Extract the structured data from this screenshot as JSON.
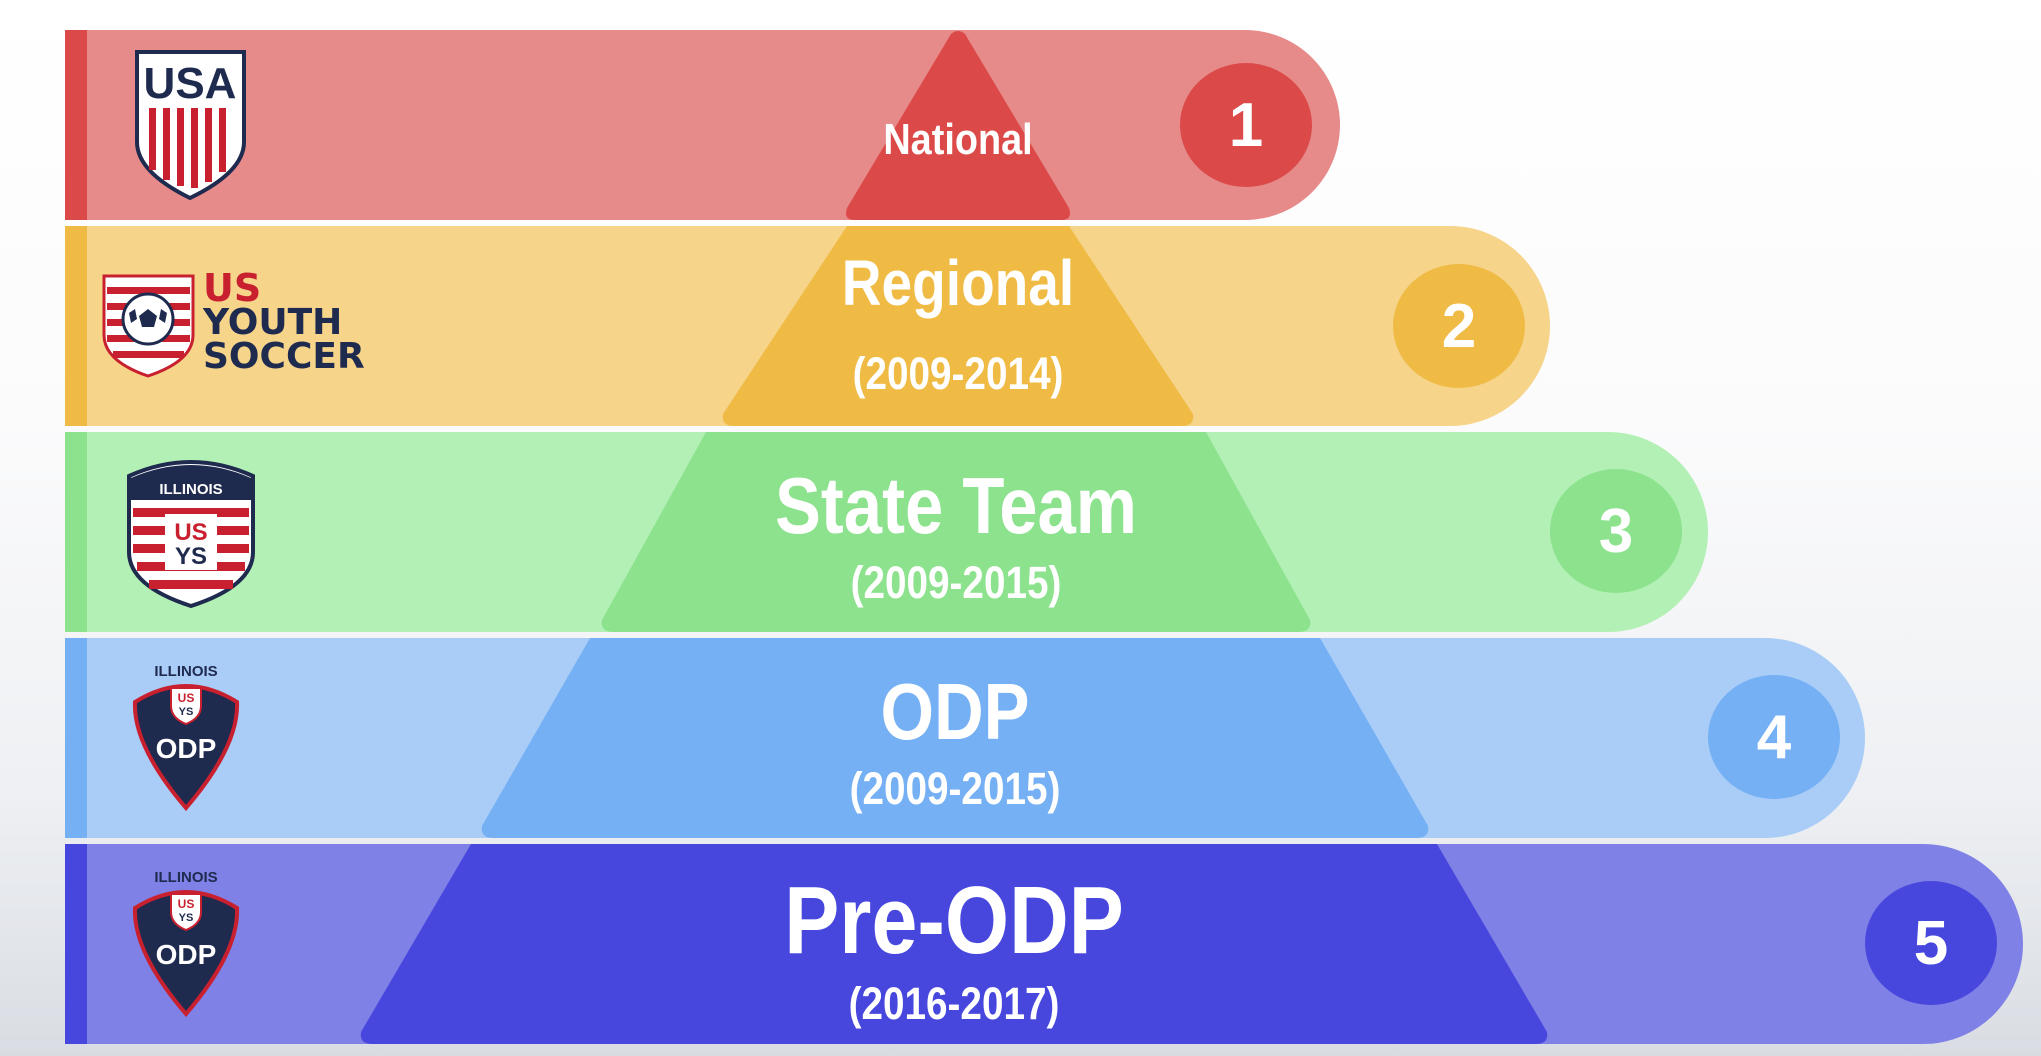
{
  "tiers": [
    {
      "level": "1",
      "title": "National",
      "years": "",
      "logo": "us-soccer-crest",
      "colors": {
        "band": "#e68a8a",
        "accent": "#db4a48",
        "edge": "#db4a48"
      }
    },
    {
      "level": "2",
      "title": "Regional",
      "years": "(2009-2014)",
      "logo": "us-youth-soccer-logo",
      "logo_text": [
        "US",
        "YOUTH",
        "SOCCER"
      ],
      "colors": {
        "band": "#f6d48a",
        "accent": "#f0bb45",
        "edge": "#f0bb45"
      }
    },
    {
      "level": "3",
      "title": "State Team",
      "years": "(2009-2015)",
      "logo": "illinois-youth-soccer-shield",
      "logo_text": [
        "ILLINOIS",
        "US",
        "YS"
      ],
      "colors": {
        "band": "#b3f0b6",
        "accent": "#8ce28d",
        "edge": "#8ce28d"
      }
    },
    {
      "level": "4",
      "title": "ODP",
      "years": "(2009-2015)",
      "logo": "illinois-odp-shield",
      "logo_text": [
        "ILLINOIS",
        "US",
        "YS",
        "ODP"
      ],
      "colors": {
        "band": "#a9cdf7",
        "accent": "#75b0f4",
        "edge": "#75b0f4"
      }
    },
    {
      "level": "5",
      "title": "Pre-ODP",
      "years": "(2016-2017)",
      "logo": "illinois-odp-shield",
      "logo_text": [
        "ILLINOIS",
        "US",
        "YS",
        "ODP"
      ],
      "colors": {
        "band": "#8081e6",
        "accent": "#4747de",
        "edge": "#4747de"
      }
    }
  ]
}
